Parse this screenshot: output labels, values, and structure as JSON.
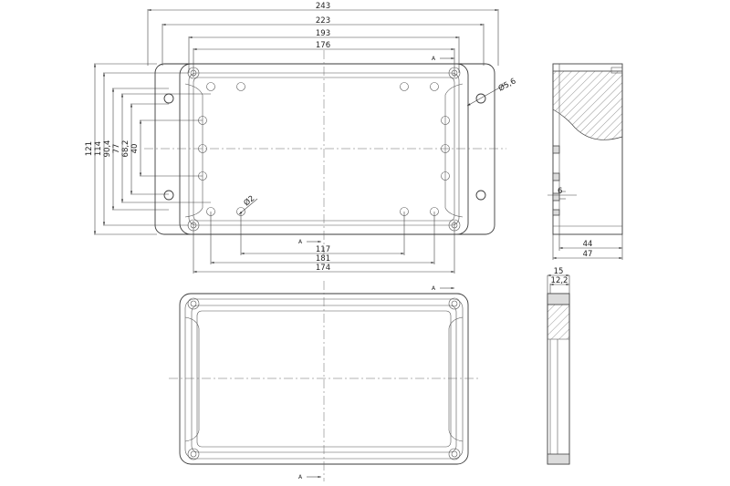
{
  "top_view": {
    "width_dims": [
      "243",
      "223",
      "193",
      "176"
    ],
    "height_dims": [
      "121",
      "114",
      "90,4",
      "77",
      "68,2",
      "40"
    ],
    "bottom_dims": [
      "117",
      "181",
      "174"
    ],
    "hole_large": "Ø5,6",
    "hole_small": "Ø2"
  },
  "side_view": {
    "dim_small": "6",
    "dim_inner": "44",
    "dim_outer": "47"
  },
  "lid_side_view": {
    "dim_outer": "15",
    "dim_inner": "12,2"
  },
  "section_marker": "A"
}
